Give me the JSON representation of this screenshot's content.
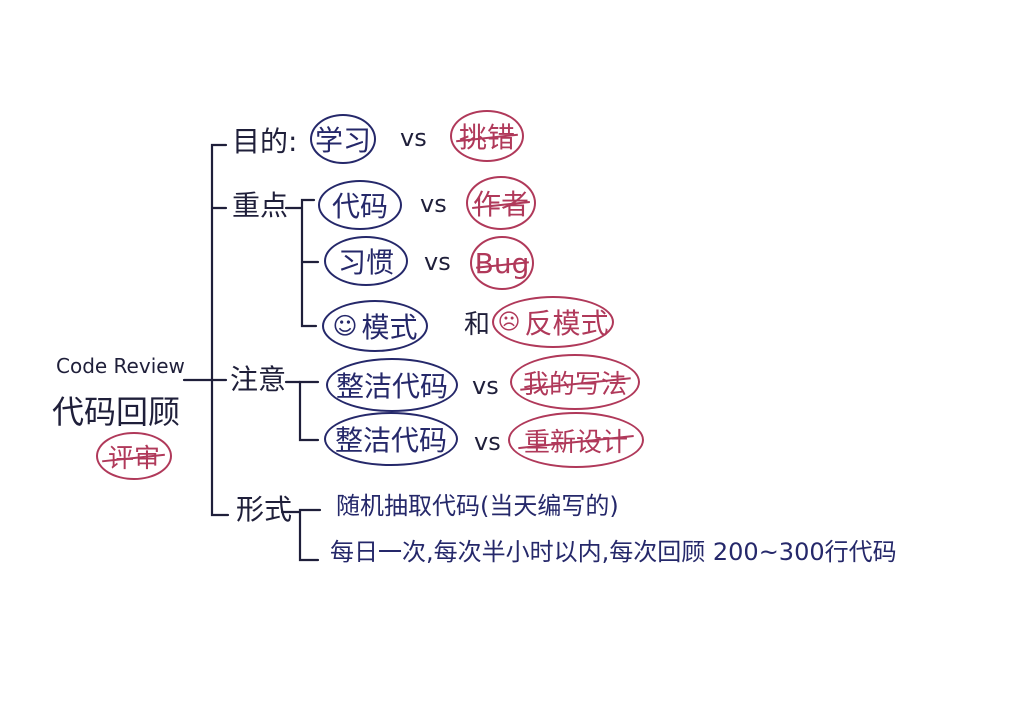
{
  "root": {
    "title_en": "Code Review",
    "title_zh": "代码回顾",
    "badge": "评审"
  },
  "branches": {
    "purpose": {
      "label": "目的:",
      "good": "学习",
      "vs": "vs",
      "bad": "挑错"
    },
    "focus": {
      "label": "重点",
      "rows": [
        {
          "good": "代码",
          "vs": "vs",
          "bad": "作者"
        },
        {
          "good": "习惯",
          "vs": "vs",
          "bad": "Bug"
        }
      ],
      "pattern": {
        "smile": "☺",
        "good": "模式",
        "and": "和",
        "sad": "☹",
        "bad": "反模式"
      }
    },
    "attention": {
      "label": "注意",
      "rows": [
        {
          "good": "整洁代码",
          "vs": "vs",
          "bad": "我的写法"
        },
        {
          "good": "整洁代码",
          "vs": "vs",
          "bad": "重新设计"
        }
      ]
    },
    "format": {
      "label": "形式",
      "items": [
        "随机抽取代码(当天编写的)",
        "每日一次,每次半小时以内,每次回顾 200~300行代码"
      ]
    }
  },
  "colors": {
    "ink": "#1f1f3a",
    "navy": "#25286a",
    "red": "#b0395a"
  }
}
